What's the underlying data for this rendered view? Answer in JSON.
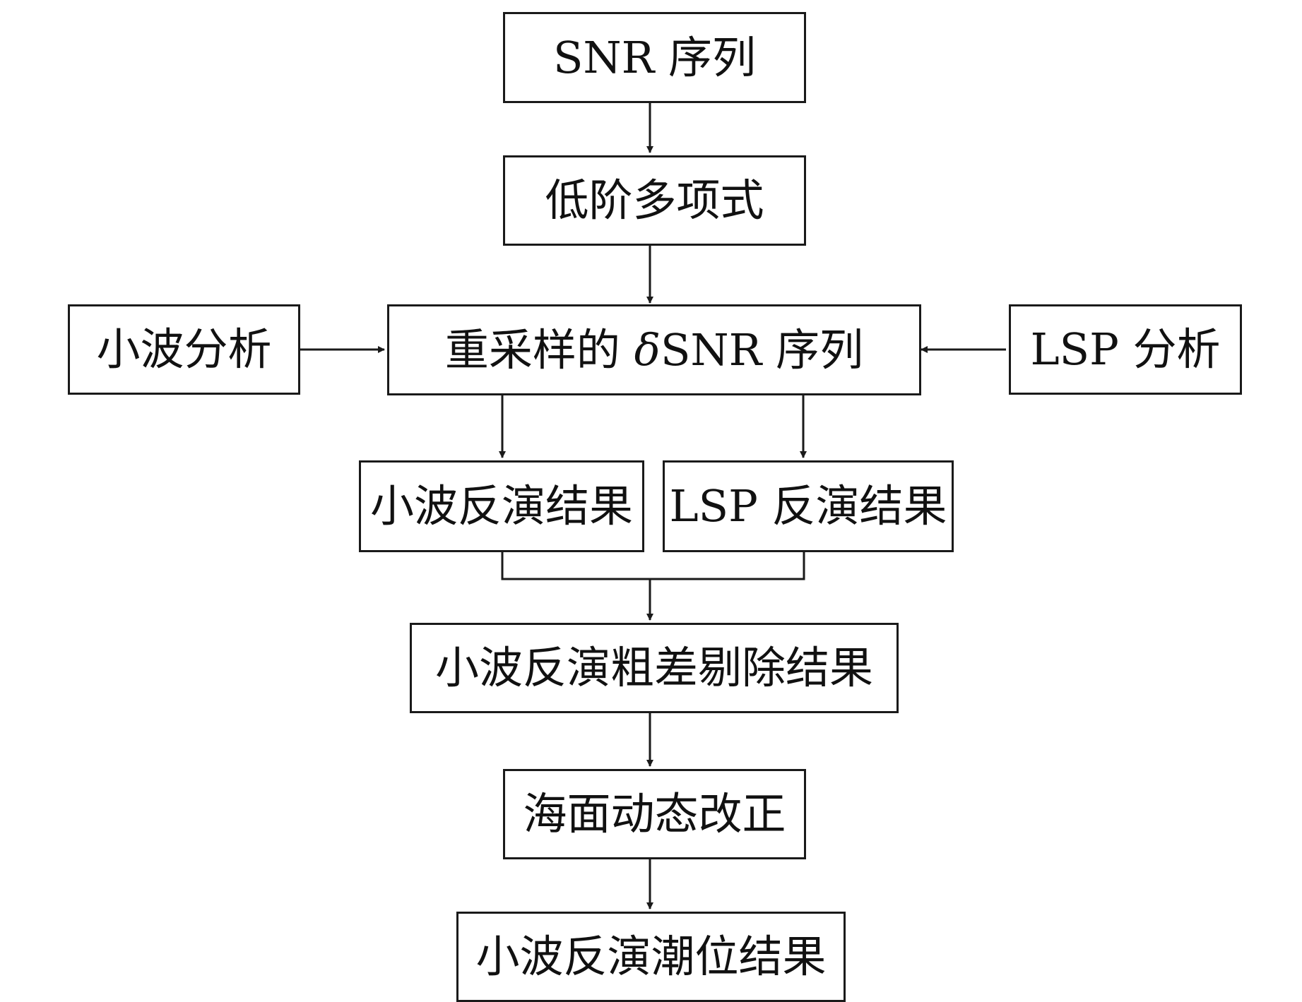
{
  "nodes": {
    "snr_sequence": "SNR 序列",
    "low_order_poly": "低阶多项式",
    "resampled_prefix": "重采样的 ",
    "resampled_delta": "δ",
    "resampled_suffix": "SNR 序列",
    "wavelet_analysis": "小波分析",
    "lsp_analysis": "LSP 分析",
    "wavelet_result": "小波反演结果",
    "lsp_result": "LSP 反演结果",
    "outlier_removal": "小波反演粗差剔除结果",
    "sea_dynamic_correction": "海面动态改正",
    "tide_result": "小波反演潮位结果"
  },
  "colors": {
    "stroke": "#1a1a1a",
    "background": "#ffffff"
  }
}
